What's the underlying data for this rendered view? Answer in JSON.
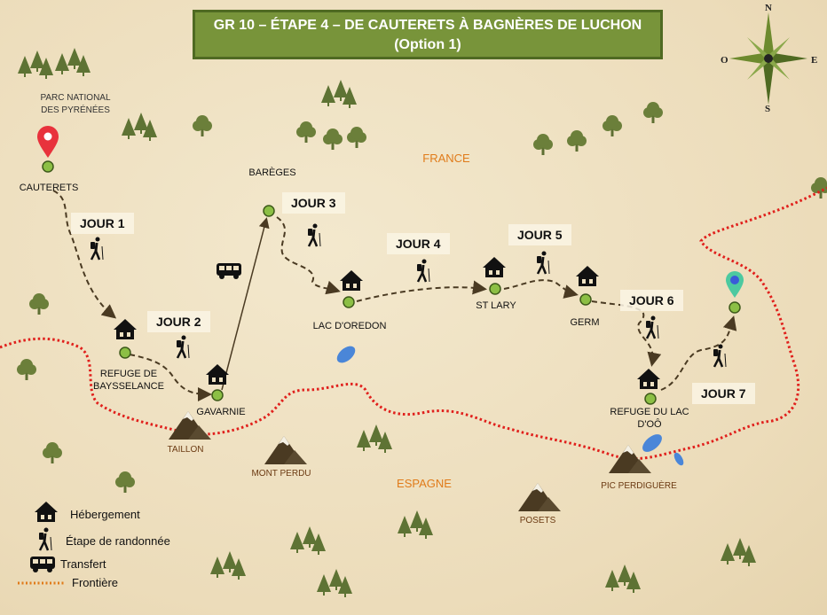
{
  "title": {
    "line1": "GR 10 – ÉTAPE 4  – DE CAUTERETS À BAGNÈRES DE LUCHON",
    "line2": "(Option 1)"
  },
  "compass": {
    "n": "N",
    "s": "S",
    "e": "E",
    "o": "O"
  },
  "regions": {
    "park": "PARC NATIONAL\nDES PYRÉNÉES",
    "france": "FRANCE",
    "espagne": "ESPAGNE"
  },
  "places": {
    "cauterets": "CAUTERETS",
    "bareges": "BARÈGES",
    "baysselance": "REFUGE DE\nBAYSSELANCE",
    "gavarnie": "GAVARNIE",
    "oredon": "LAC D'OREDON",
    "st_lary": "ST LARY",
    "germ": "GERM",
    "oo": "REFUGE DU LAC\nD'OÔ"
  },
  "days": [
    "JOUR 1",
    "JOUR 2",
    "JOUR 3",
    "JOUR 4",
    "JOUR 5",
    "JOUR 6",
    "JOUR 7"
  ],
  "mountains": {
    "taillon": "TAILLON",
    "mont_perdu": "MONT PERDU",
    "posets": "POSETS",
    "perdiguere": "PIC PERDIGUÈRE"
  },
  "legend": {
    "lodging": "Hébergement",
    "hike": "Étape de randonnée",
    "transfer": "Transfert",
    "border": "Frontière"
  },
  "colors": {
    "title_bg": "#78943a",
    "route": "#4a3a22",
    "border": "#e0201c",
    "tree": "#6b7f3a",
    "dot": "#8cbf45",
    "pin_start": "#e8323c",
    "pin_end": "#4cc9a0"
  }
}
